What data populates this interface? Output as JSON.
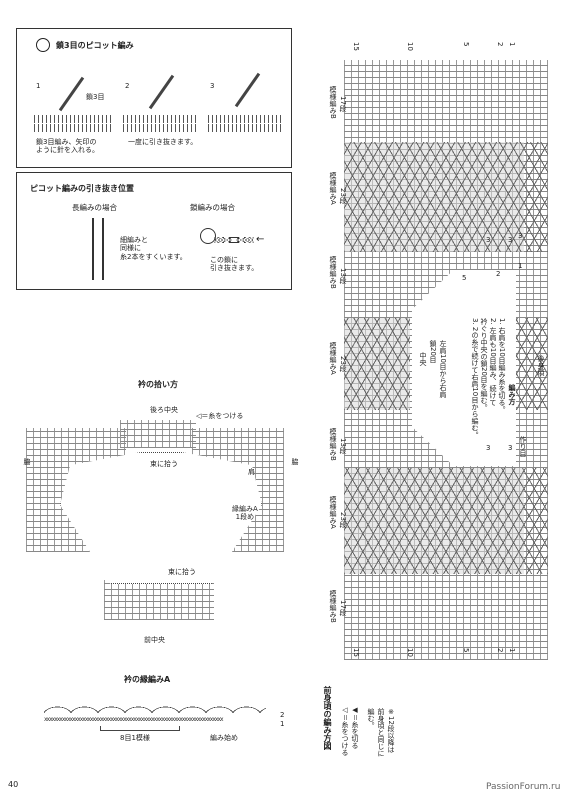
{
  "picot": {
    "title": "鎖3目のピコット編み",
    "steps": [
      {
        "num": "1",
        "label": "鎖3目",
        "caption": "鎖3目編み、矢印の\nように針を入れる。"
      },
      {
        "num": "2",
        "caption": "一度に引き抜きます。"
      },
      {
        "num": "3"
      }
    ]
  },
  "slip_position": {
    "title": "ピコット編みの引き抜き位置",
    "left_label": "長編みの場合",
    "left_caption": "細編みと\n同様に\n糸2本をすくいます。",
    "right_label": "鎖編みの場合",
    "right_caption": "この鎖に\n引き抜きます。"
  },
  "collar_pickup": {
    "title": "衿の拾い方",
    "back_center": "後ろ中央",
    "legend": "◁＝糸をつける",
    "bundle_top": "束に拾う",
    "shoulder": "肩",
    "side_left": "脇",
    "side_right": "脇",
    "edging": "縁編みA\n1段め",
    "bundle_bottom": "束に拾う",
    "front_center": "前中央"
  },
  "collar_edging": {
    "title": "衿の縁編みA",
    "repeat": "8目1模様",
    "start": "編み始め",
    "row2": "2",
    "row1": "1"
  },
  "body_chart": {
    "title": "前身頃の編み方図",
    "sub_title": "後身頃",
    "legend1": "◁＝糸をつける",
    "legend2": "◀＝糸を切る",
    "note": "※12段以降は\n前身頃と同じに\n編む。",
    "sections": [
      {
        "name": "模様編みB",
        "rows": "17段"
      },
      {
        "name": "模様編みA",
        "rows": "23段"
      },
      {
        "name": "模様編みB",
        "rows": "13段"
      },
      {
        "name": "模様編みA",
        "rows": "23段"
      },
      {
        "name": "模様編みB",
        "rows": "13段"
      },
      {
        "name": "模様編みA",
        "rows": "23段"
      },
      {
        "name": "模様編みB",
        "rows": "17段"
      }
    ],
    "row_markers_top": [
      "15",
      "10",
      "5",
      "2",
      "1"
    ],
    "row_markers_bottom": [
      "15",
      "10",
      "5",
      "2",
      "1"
    ],
    "instructions_title": "編み方",
    "instructions": [
      "1. 右肩を10目編み糸を切る。",
      "2. 左肩も10目編み、続けて",
      "   衿ぐり中央の鎖20目を編む。",
      "3. 2の糸で続けて右肩10目から編む。"
    ],
    "neck_label": "中央",
    "neck_note": "左肩10目から右肩\n鎖20目",
    "side_stop": "作り目",
    "small_nums": [
      "3",
      "3",
      "1",
      "3",
      "3",
      "2",
      "3",
      "5"
    ]
  },
  "page_number": "40",
  "watermark": "PassionForum.ru"
}
